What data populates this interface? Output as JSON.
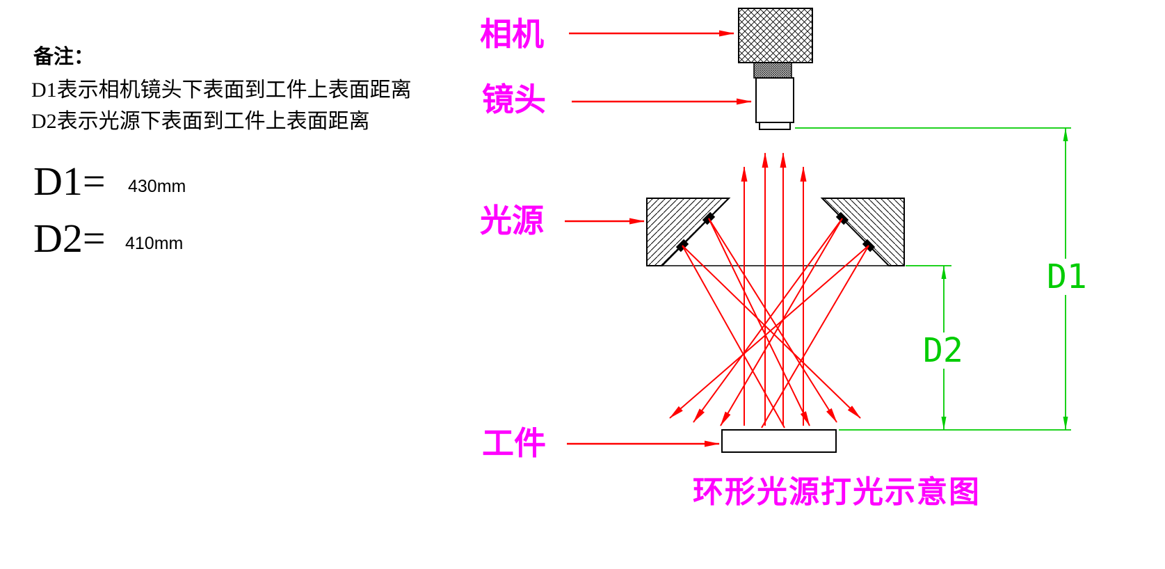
{
  "notes": {
    "heading": "备注：",
    "line1": "D1表示相机镜头下表面到工件上表面距离",
    "line2": "D2表示光源下表面到工件上表面距离"
  },
  "measurements": {
    "d1_label": "D1=",
    "d1_value": "430mm",
    "d2_label": "D2=",
    "d2_value": "410mm"
  },
  "component_labels": {
    "camera": "相机",
    "lens": "镜头",
    "light_source": "光源",
    "workpiece": "工件"
  },
  "dimensions": {
    "d1": "D1",
    "d2": "D2"
  },
  "title": "环形光源打光示意图",
  "colors": {
    "label_magenta": "#ff00ff",
    "ray_red": "#ff0000",
    "dimension_green": "#00cc00",
    "drawing_black": "#000000"
  }
}
